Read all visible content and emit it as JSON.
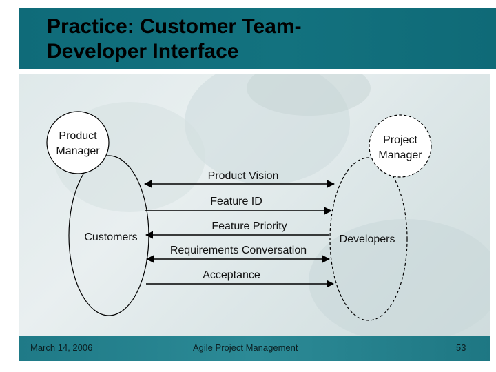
{
  "slide": {
    "title_line1": "Practice: Customer Team-",
    "title_line2": "Developer Interface"
  },
  "diagram": {
    "product_manager": [
      "Product",
      "Manager"
    ],
    "project_manager": [
      "Project",
      "Manager"
    ],
    "customers": "Customers",
    "developers": "Developers",
    "arrows": {
      "product_vision": "Product Vision",
      "feature_id": "Feature ID",
      "feature_priority": "Feature Priority",
      "requirements_conversation": "Requirements Conversation",
      "acceptance": "Acceptance"
    }
  },
  "footer": {
    "date": "March 14, 2006",
    "course": "Agile Project Management",
    "page": "53"
  },
  "colors": {
    "title_bar": "#13727f",
    "footer_bar": "#2c8a96"
  }
}
